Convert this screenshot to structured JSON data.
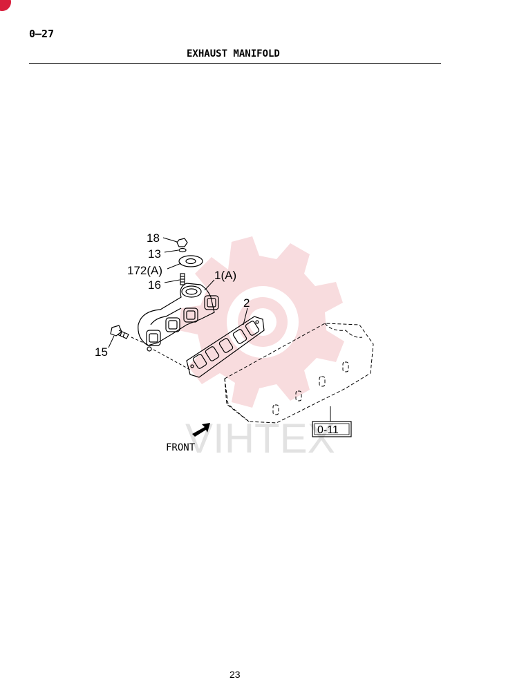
{
  "header": {
    "section_code": "0—27",
    "title": "EXHAUST MANIFOLD"
  },
  "diagram": {
    "callouts": [
      "18",
      "13",
      "172(A)",
      "16",
      "1(A)",
      "2",
      "15"
    ],
    "reference_box": "0-11",
    "front_label": "FRONT",
    "watermark_text": "VIHTEX"
  },
  "footer": {
    "page_number": "23"
  },
  "colors": {
    "watermark_gear": "#f3c0c4",
    "watermark_text": "#d0d0d0",
    "badge": "#d81e3c"
  }
}
